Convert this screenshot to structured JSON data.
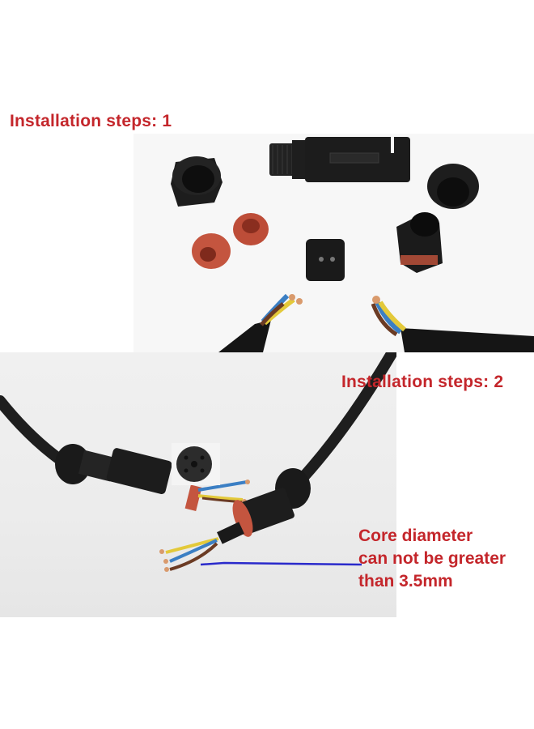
{
  "captions": {
    "step1": "Installation steps: 1",
    "step2": "Installation steps: 2"
  },
  "note": {
    "lines": [
      "Core diameter",
      "can not be greater",
      "than 3.5mm"
    ]
  },
  "colors": {
    "caption_red": "#c4262b",
    "leader_line_blue": "#2a2acb",
    "connector_black": "#1c1c1c",
    "seal_orange": "#c4553f",
    "wire_blue": "#3b7fc4",
    "wire_yellow": "#e3c93a",
    "wire_brown": "#6b3b24",
    "copper": "#d99a6c"
  },
  "photos": [
    {
      "id": "step1-photo",
      "depicts": "disassembled waterproof cable connector parts: main body, two lock nuts, two orange rubber seals, terminal block, gland, and two stripped 3-core cables"
    },
    {
      "id": "step2-photo",
      "depicts": "connector halves mounted on black cables with stripped blue, yellow and brown cores; inset of 5-hole terminal face"
    }
  ]
}
